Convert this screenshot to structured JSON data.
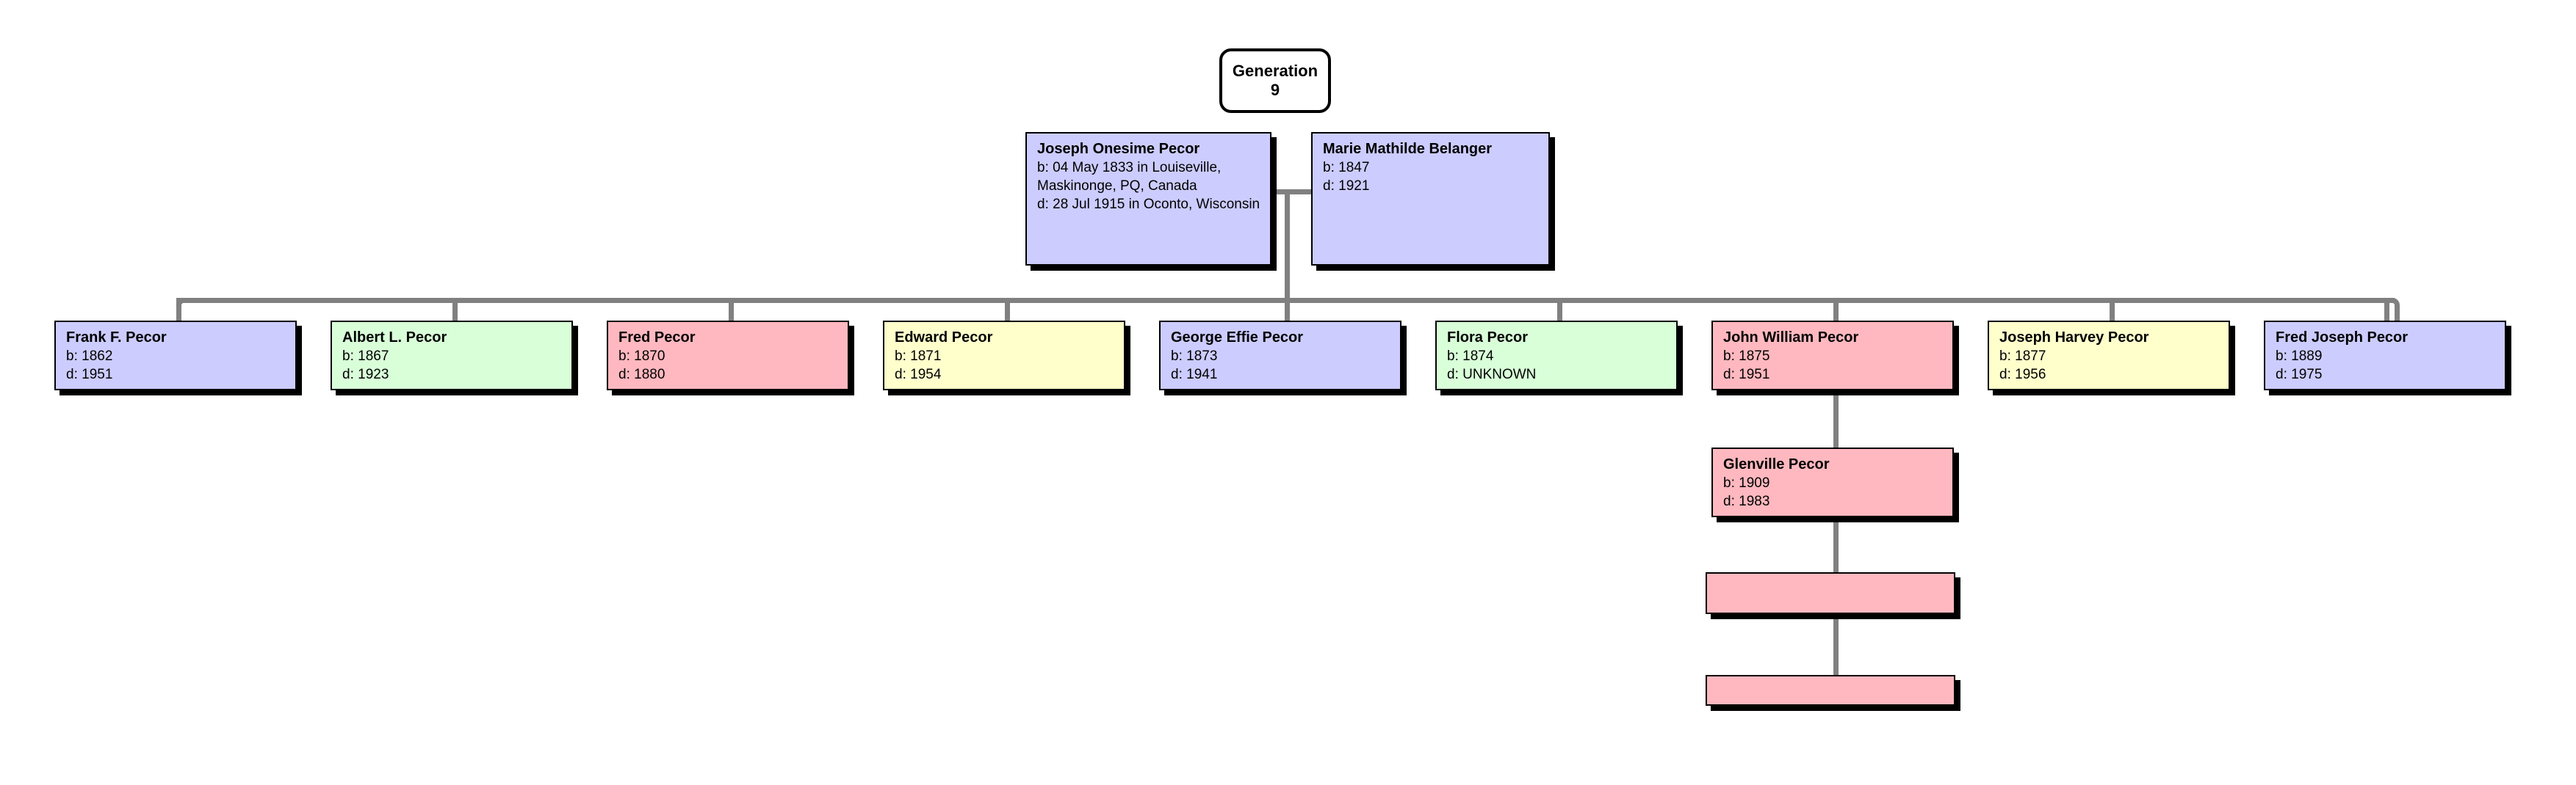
{
  "generation_badge": {
    "label": "Generation",
    "number": "9"
  },
  "couple": {
    "husband": {
      "name": "Joseph Onesime Pecor",
      "birth": "b: 04 May 1833 in Louiseville, Maskinonge, PQ, Canada",
      "death": "d: 28 Jul 1915 in Oconto, Wisconsin",
      "color": "#ccccff"
    },
    "wife": {
      "name": "Marie Mathilde Belanger",
      "birth": "b: 1847",
      "death": "d: 1921",
      "color": "#ccccff"
    }
  },
  "children": [
    {
      "name": "Frank F. Pecor",
      "birth": "b: 1862",
      "death": "d: 1951",
      "color": "#ccccff"
    },
    {
      "name": "Albert L. Pecor",
      "birth": "b: 1867",
      "death": "d: 1923",
      "color": "#d9ffd9"
    },
    {
      "name": "Fred Pecor",
      "birth": "b: 1870",
      "death": "d: 1880",
      "color": "#ffb8bf"
    },
    {
      "name": "Edward Pecor",
      "birth": "b: 1871",
      "death": "d: 1954",
      "color": "#ffffcc"
    },
    {
      "name": "George Effie Pecor",
      "birth": "b: 1873",
      "death": "d: 1941",
      "color": "#ccccff"
    },
    {
      "name": "Flora Pecor",
      "birth": "b: 1874",
      "death": "d: UNKNOWN",
      "color": "#d9ffd9"
    },
    {
      "name": "John William Pecor",
      "birth": "b: 1875",
      "death": "d: 1951",
      "color": "#ffb8bf"
    },
    {
      "name": "Joseph Harvey Pecor",
      "birth": "b: 1877",
      "death": "d: 1956",
      "color": "#ffffcc"
    },
    {
      "name": "Fred Joseph Pecor",
      "birth": "b: 1889",
      "death": "d: 1975",
      "color": "#ccccff"
    }
  ],
  "descendant_line": [
    {
      "name": "Glenville Pecor",
      "birth": "b: 1909",
      "death": "d: 1983",
      "color": "#ffb8bf"
    },
    {
      "name": "",
      "birth": "",
      "death": "",
      "color": "#ffb8bf"
    },
    {
      "name": "",
      "birth": "",
      "death": "",
      "color": "#ffb8bf"
    }
  ],
  "palette": {
    "line": "#808080",
    "border": "#000000",
    "background": "#ffffff",
    "lavender": "#ccccff",
    "green": "#d9ffd9",
    "pink": "#ffb8bf",
    "yellow": "#ffffcc"
  }
}
